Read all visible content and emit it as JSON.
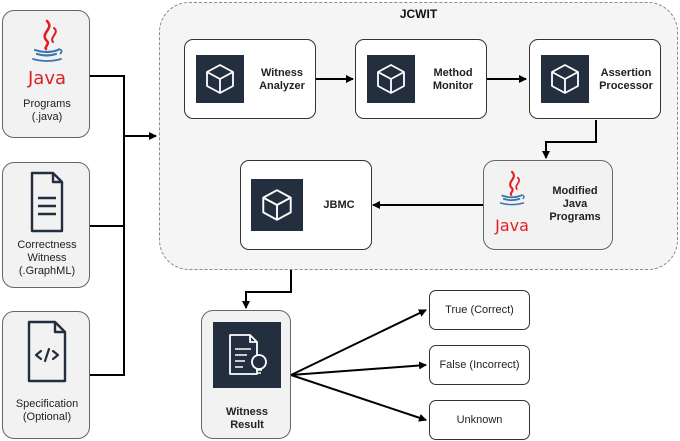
{
  "inputs": {
    "programs": {
      "java_word": "Java",
      "label_line1": "Programs",
      "label_line2": "(.java)"
    },
    "witness": {
      "label_line1": "Correctness",
      "label_line2": "Witness",
      "label_line3": "(.GraphML)"
    },
    "spec": {
      "label_line1": "Specification",
      "label_line2": "(Optional)"
    }
  },
  "jcwit": {
    "title": "JCWIT",
    "witness_analyzer": {
      "line1": "Witness",
      "line2": "Analyzer"
    },
    "method_monitor": {
      "line1": "Method",
      "line2": "Monitor"
    },
    "assertion_processor": {
      "line1": "Assertion",
      "line2": "Processor"
    },
    "jbmc": {
      "line1": "JBMC"
    },
    "modified_programs": {
      "java_word": "Java",
      "line1": "Modified",
      "line2": "Java",
      "line3": "Programs"
    }
  },
  "witness_result": {
    "line1": "Witness",
    "line2": "Result"
  },
  "results": [
    {
      "label": "True (Correct)"
    },
    {
      "label": "False (Incorrect)"
    },
    {
      "label": "Unknown"
    }
  ],
  "colors": {
    "dark_box": "#232f3e",
    "java_red": "#e11f21",
    "java_blue": "#3a75b0"
  }
}
